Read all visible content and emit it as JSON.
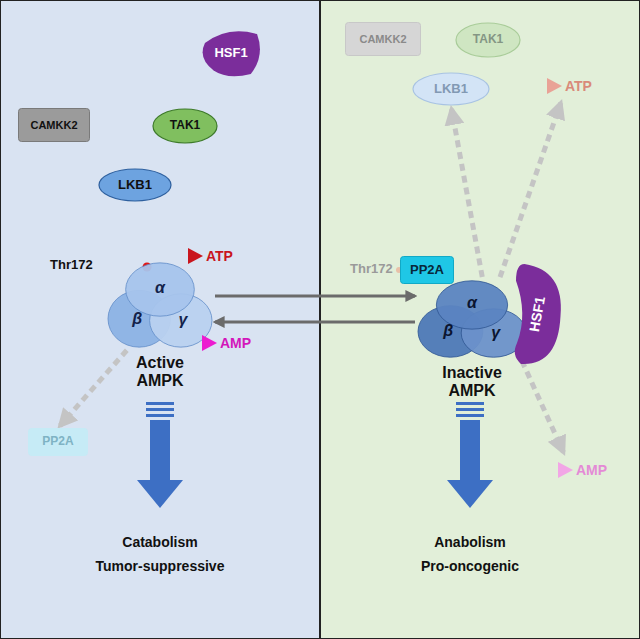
{
  "diagram": {
    "nodes": [
      {
        "text": [
          "HSF1"
        ]
      },
      {
        "text": [
          "CAMKK2"
        ]
      },
      {
        "text": [
          "TAK1"
        ]
      },
      {
        "text": [
          "LKB1"
        ]
      },
      {
        "text": [
          "ATP"
        ]
      },
      {
        "text": [
          "Active AMPK"
        ]
      },
      {
        "text": [
          "α"
        ],
        "in": 5
      },
      {
        "text": [
          "β"
        ],
        "in": 5
      },
      {
        "text": [
          "γ"
        ],
        "in": 5
      },
      {
        "text": [
          "AMP"
        ]
      },
      {
        "text": [
          "PP2A"
        ]
      },
      {
        "text": [
          "CAMKK2"
        ]
      },
      {
        "text": [
          "TAK1"
        ]
      },
      {
        "text": [
          "LKB1"
        ]
      },
      {
        "text": [
          "ATP"
        ]
      },
      {
        "text": [
          "PP2A"
        ]
      },
      {
        "text": [
          "Inactive AMPK"
        ]
      },
      {
        "text": [
          "α"
        ],
        "in": 16
      },
      {
        "text": [
          "β"
        ],
        "in": 16
      },
      {
        "text": [
          "γ"
        ],
        "in": 16
      },
      {
        "text": [
          "HSF1"
        ]
      },
      {
        "text": [
          "AMP"
        ]
      }
    ],
    "edges": [
      {
        "from": 5,
        "to": 10,
        "arrow": "to"
      },
      {
        "from": 5,
        "to": 16,
        "arrow": "to"
      },
      {
        "from": 16,
        "to": 5,
        "arrow": "to"
      },
      {
        "from": 16,
        "to": 13,
        "arrow": "to"
      },
      {
        "from": 16,
        "to": 14,
        "arrow": "to"
      },
      {
        "from": 16,
        "to": 21,
        "arrow": "to"
      }
    ],
    "labels": [
      "Thr172",
      "Catabolism",
      "Tumor-suppressive",
      "Thr172",
      "Anabolism",
      "Pro-oncogenic"
    ]
  }
}
